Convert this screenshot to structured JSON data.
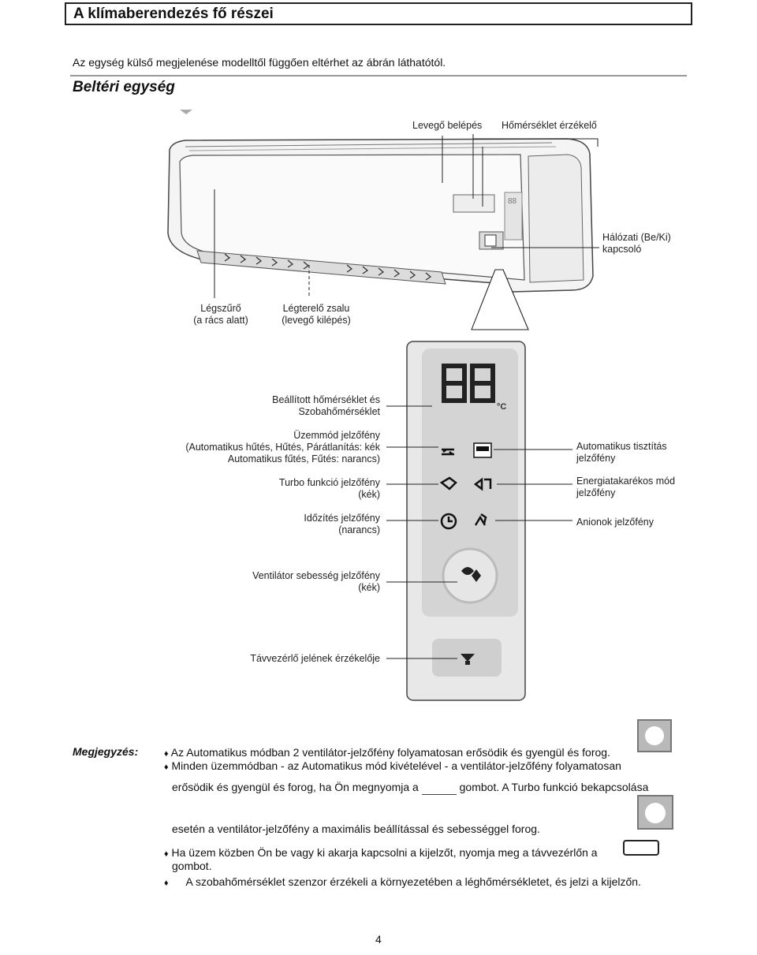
{
  "title": "A klímaberendezés fő részei",
  "intro": "Az egység külső megjelenése modelltől függően eltérhet az ábrán láthatótól.",
  "section": "Beltéri egység",
  "display_digits": "88",
  "display_unit": "°C",
  "labels": {
    "air_inlet": "Levegő belépés",
    "temp_sensor": "Hőmérséklet érzékelő",
    "power_switch_1": "Hálózati (Be/Ki)",
    "power_switch_2": "kapcsoló",
    "filter_1": "Légszűrő",
    "filter_2": "(a rács alatt)",
    "louver_1": "Légterelő zsalu",
    "louver_2": "(levegő kilépés)",
    "set_temp_1": "Beállított hőmérséklet és",
    "set_temp_2": "Szobahőmérséklet",
    "mode_1": "Üzemmód jelzőfény",
    "mode_2": "(Automatikus hűtés, Hűtés, Párátlanítás: kék",
    "mode_3": "Automatikus fűtés, Fűtés: narancs)",
    "turbo_1": "Turbo funkció jelzőfény",
    "turbo_2": "(kék)",
    "timer_1": "Időzítés jelzőfény",
    "timer_2": "(narancs)",
    "fan_1": "Ventilátor sebesség jelzőfény",
    "fan_2": "(kék)",
    "remote_sensor": "Távvezérlő jelének érzékelője",
    "auto_clean_1": "Automatikus tisztítás",
    "auto_clean_2": "jelzőfény",
    "energy_1": "Energiatakarékos mód",
    "energy_2": "jelzőfény",
    "anion": "Anionok jelzőfény"
  },
  "notes": {
    "title": "Megjegyzés:",
    "b1": "Az Automatikus módban 2 ventilátor-jelzőfény folyamatosan erősödik és gyengül és forog.",
    "b2a": "Minden üzemmódban - az Automatikus mód kivételével - a ventilátor-jelzőfény folyamatosan",
    "b2b": "erősödik és gyengül és forog, ha Ön megnyomja a",
    "b2c": "gombot. A Turbo funkció bekapcsolása",
    "b2d": "esetén a ventilátor-jelzőfény a maximális beállítással és sebességgel forog.",
    "b3a": "Ha üzem közben Ön be vagy ki akarja kapcsolni a kijelzőt, nyomja meg a távvezérlőn a",
    "b3b": "gombot.",
    "b4": "A szobahőmérséklet szenzor érzékeli a környezetében a léghőmérsékletet, és jelzi a kijelzőn."
  },
  "page_number": "4",
  "colors": {
    "panel": "#e6e6e6",
    "panel_inner": "#d3d3d3",
    "line": "#222222"
  }
}
